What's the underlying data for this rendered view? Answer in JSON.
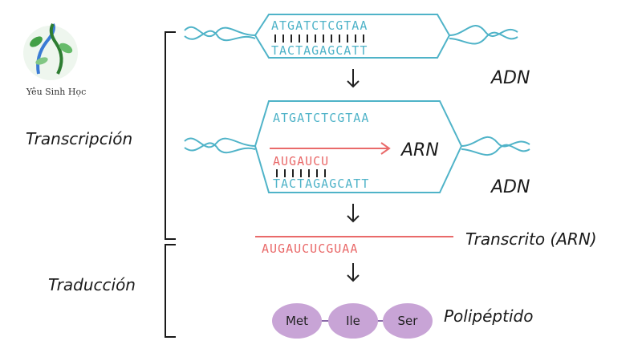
{
  "logo": {
    "text": "Yêu Sinh Học"
  },
  "labels": {
    "transcription": "Transcripción",
    "translation": "Traducción",
    "dna_top": "ADN",
    "rna_mid": "ARN",
    "dna_mid": "ADN",
    "transcript": "Transcrito (ARN)",
    "polypeptide": "Polipéptido"
  },
  "sequences": {
    "dna_coding": "ATGATCTCGTAA",
    "dna_template": "TACTAGAGCATT",
    "rna_partial": "AUGAUCU",
    "rna_full": "AUGAUCUCGUAA"
  },
  "amino_acids": [
    "Met",
    "Ile",
    "Ser"
  ],
  "colors": {
    "dna": "#4fb3c8",
    "rna": "#e96a6a",
    "amino_acid": "#c8a4d6"
  }
}
